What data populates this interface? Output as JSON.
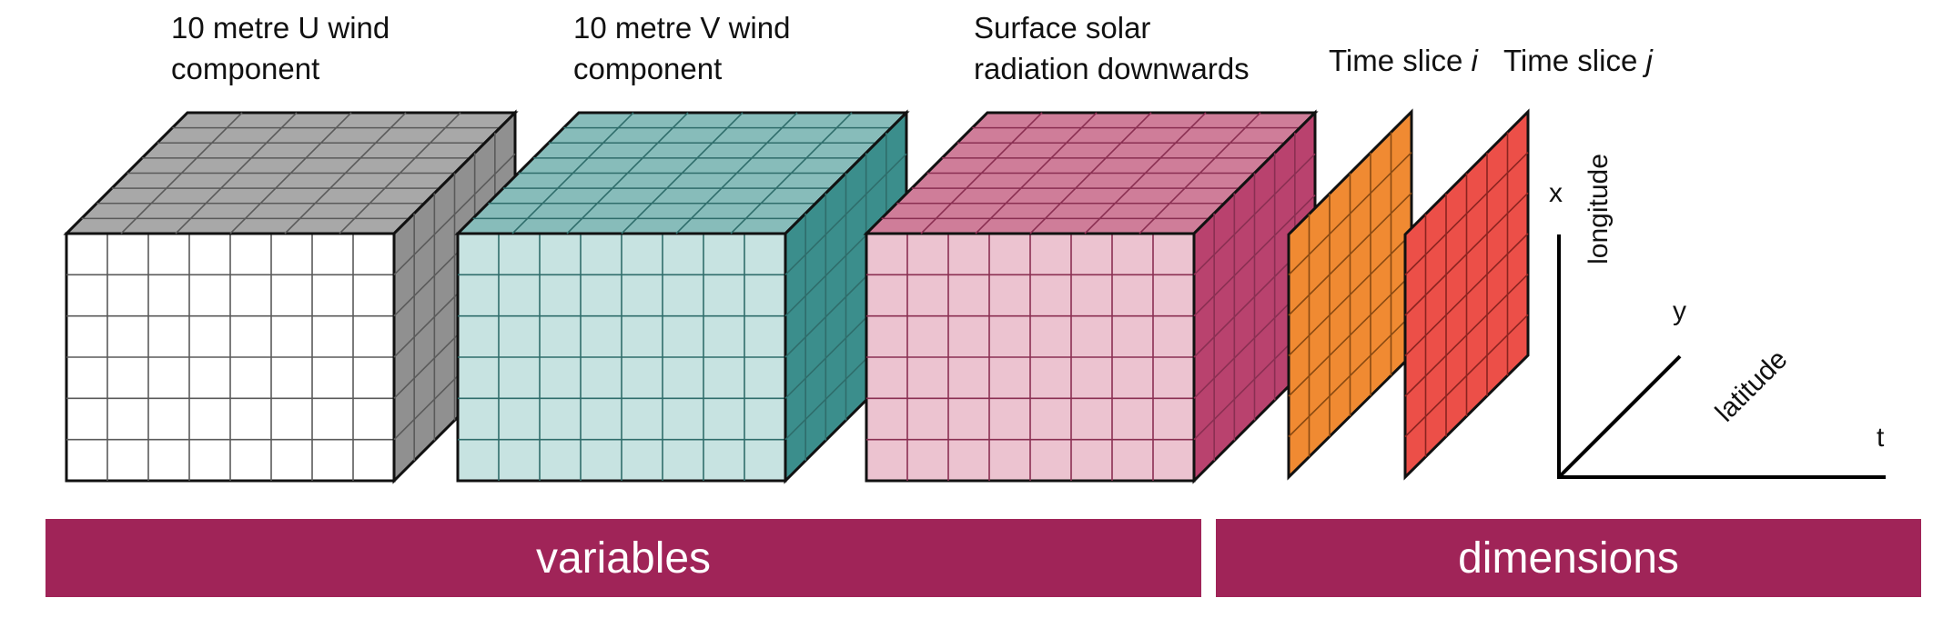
{
  "variables": [
    {
      "line1": "10 metre U wind",
      "line2": "component",
      "colors": {
        "front": "#ffffff",
        "top": "#a8a8a8",
        "side": "#909090",
        "grid": "#5a5a5a"
      }
    },
    {
      "line1": "10 metre V wind",
      "line2": "component",
      "colors": {
        "front": "#c7e3e1",
        "top": "#87bcba",
        "side": "#3b8e8c",
        "grid": "#2f6d6b"
      }
    },
    {
      "line1": "Surface solar",
      "line2": "radiation downwards",
      "colors": {
        "front": "#ecc3d0",
        "top": "#cf7d99",
        "side": "#b9426e",
        "grid": "#8a2f52"
      }
    }
  ],
  "slices": [
    {
      "prefix": "Time slice ",
      "index": "i",
      "color": "#f08a32",
      "grid": "#8a4a12"
    },
    {
      "prefix": "Time slice ",
      "index": "j",
      "color": "#ec4f48",
      "grid": "#8b2420"
    }
  ],
  "axes": {
    "x": "x",
    "y": "y",
    "t": "t",
    "longitude": "longitude",
    "latitude": "latitude"
  },
  "bands": {
    "variables": "variables",
    "dimensions": "dimensions",
    "color": "#a02458"
  }
}
